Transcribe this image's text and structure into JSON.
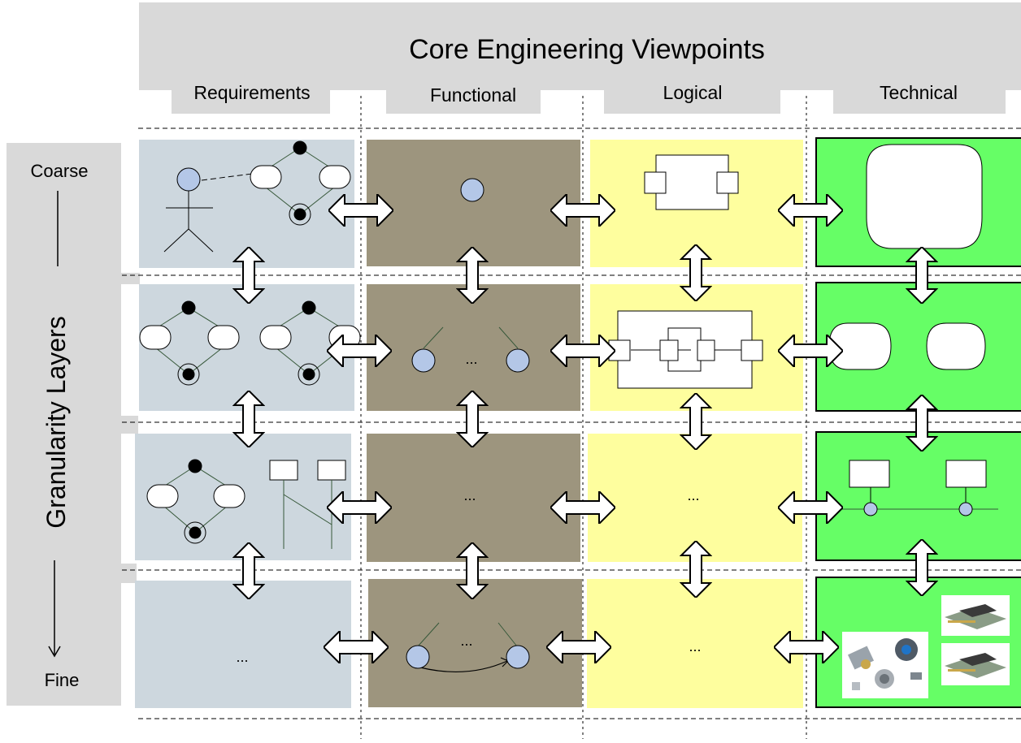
{
  "header": {
    "title": "Core Engineering Viewpoints",
    "columns": [
      "Requirements",
      "Functional",
      "Logical",
      "Technical"
    ]
  },
  "side": {
    "axis_label": "Granularity Layers",
    "top_label": "Coarse",
    "bottom_label": "Fine"
  },
  "cells": {
    "ellipsis": "..."
  },
  "colors": {
    "requirements": "#cdd7de",
    "functional": "#9d957e",
    "logical": "#fefe9e",
    "technical": "#66fe66",
    "header": "#d9d9d9",
    "node": "#b4c7e7"
  },
  "icons": [
    "actor-icon",
    "activity-diagram-icon",
    "component-icon",
    "ecu-hardware-image",
    "mechanical-parts-image"
  ]
}
